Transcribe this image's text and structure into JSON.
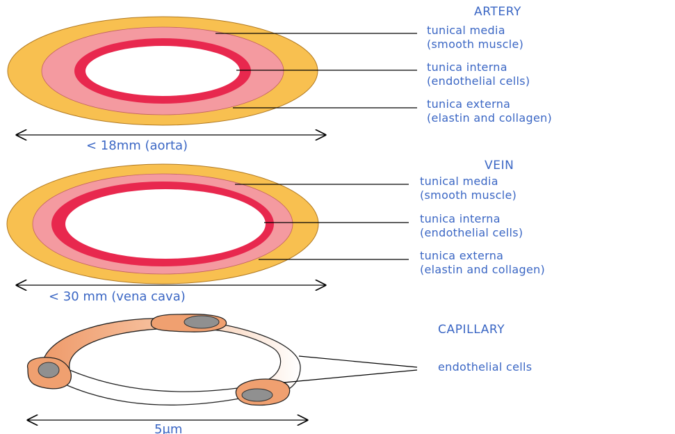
{
  "colors": {
    "externa": "#f8c050",
    "media": "#f49aa0",
    "interna": "#e8284e",
    "lumen": "#ffffff",
    "capillary_cell": "#f0a070",
    "nucleus": "#909090",
    "label_text": "#3a66c4"
  },
  "artery": {
    "title": "ARTERY",
    "media_label": [
      "tunical media",
      "(smooth muscle)"
    ],
    "interna_label": [
      "tunica interna",
      "(endothelial cells)"
    ],
    "externa_label": [
      "tunica externa",
      "(elastin and collagen)"
    ],
    "dimension": "< 18mm (aorta)"
  },
  "vein": {
    "title": "VEIN",
    "media_label": [
      "tunical media",
      "(smooth muscle)"
    ],
    "interna_label": [
      "tunica interna",
      "(endothelial cells)"
    ],
    "externa_label": [
      "tunica externa",
      "(elastin and collagen)"
    ],
    "dimension": "< 30 mm (vena cava)"
  },
  "capillary": {
    "title": "CAPILLARY",
    "cells_label": "endothelial cells",
    "dimension": "5μm"
  }
}
